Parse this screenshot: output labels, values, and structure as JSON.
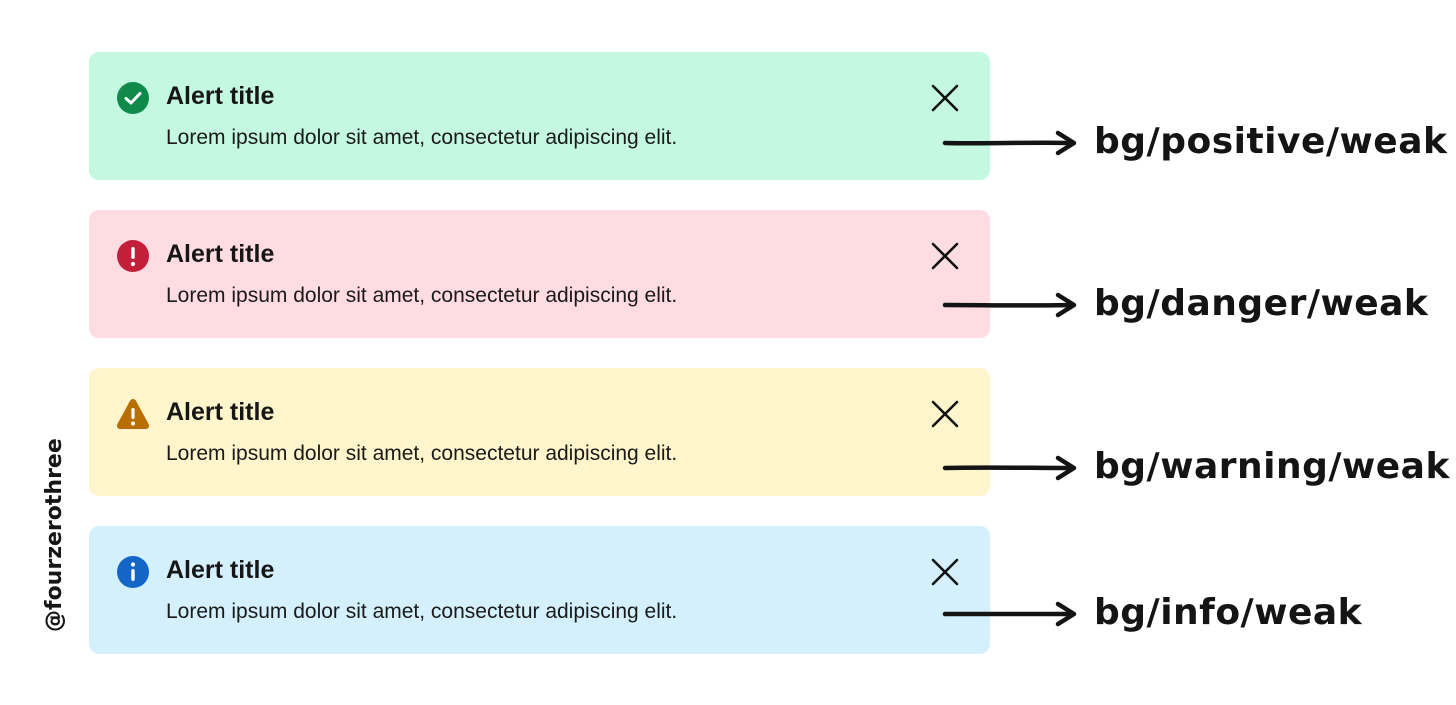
{
  "alerts": [
    {
      "variant": "positive",
      "title": "Alert title",
      "body": "Lorem ipsum dolor sit amet, consectetur adipiscing elit.",
      "icon": "check-circle-icon",
      "bg_color": "#c4f8e0",
      "icon_color": "#0f8a4a",
      "token": "bg/positive/weak"
    },
    {
      "variant": "danger",
      "title": "Alert title",
      "body": "Lorem ipsum dolor sit amet, consectetur adipiscing elit.",
      "icon": "exclamation-circle-icon",
      "bg_color": "#ffdbe2",
      "icon_color": "#c41f3a",
      "token": "bg/danger/weak"
    },
    {
      "variant": "warning",
      "title": "Alert title",
      "body": "Lorem ipsum dolor sit amet, consectetur adipiscing elit.",
      "icon": "warning-triangle-icon",
      "bg_color": "#fef5cc",
      "icon_color": "#b86e00",
      "token": "bg/warning/weak"
    },
    {
      "variant": "info",
      "title": "Alert title",
      "body": "Lorem ipsum dolor sit amet, consectetur adipiscing elit.",
      "icon": "info-circle-icon",
      "bg_color": "#d4f0fd",
      "icon_color": "#1366c6",
      "token": "bg/info/weak"
    }
  ],
  "close_icon": "close-icon",
  "arrow_icon": "arrow-right-icon",
  "watermark": "@fourzerothree",
  "colors": {
    "text": "#161616",
    "arrow": "#141414"
  }
}
